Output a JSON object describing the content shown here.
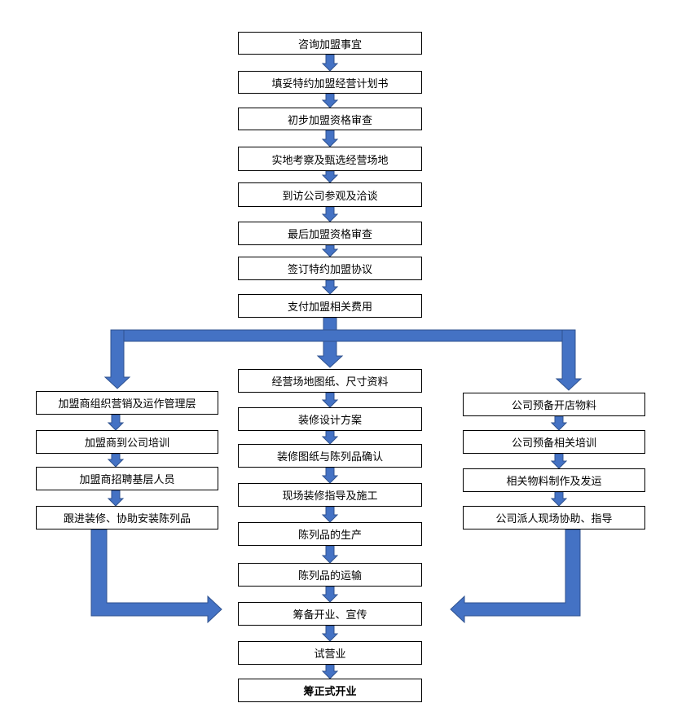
{
  "colors": {
    "arrow_fill": "#4472C4",
    "arrow_stroke": "#2F528F",
    "box_border": "#000000"
  },
  "main_steps": [
    "咨询加盟事宜",
    "填妥特约加盟经营计划书",
    "初步加盟资格审查",
    "实地考察及甄选经营场地",
    "到访公司参观及洽谈",
    "最后加盟资格审查",
    "签订特约加盟协议",
    "支付加盟相关费用"
  ],
  "left_branch": [
    "加盟商组织营销及运作管理层",
    "加盟商到公司培训",
    "加盟商招聘基层人员",
    "跟进装修、协助安装陈列品"
  ],
  "center_branch": [
    "经营场地图纸、尺寸资料",
    "装修设计方案",
    "装修图纸与陈列品确认",
    "现场装修指导及施工",
    "陈列品的生产",
    "陈列品的运输"
  ],
  "right_branch": [
    "公司预备开店物料",
    "公司预备相关培训",
    "相关物料制作及发运",
    "公司派人现场协助、指导"
  ],
  "final_steps": [
    "筹备开业、宣传",
    "试营业",
    "筹正式开业"
  ]
}
